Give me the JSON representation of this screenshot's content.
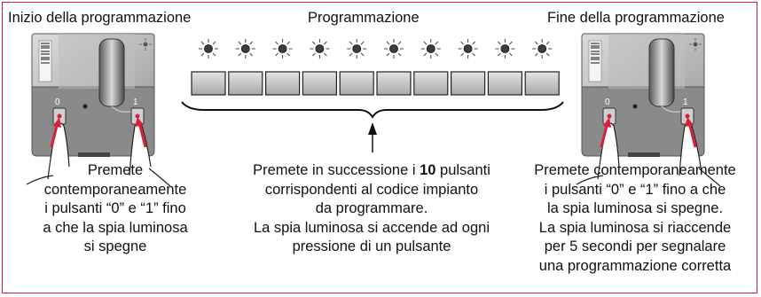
{
  "headings": {
    "start": "Inizio della programmazione",
    "middle": "Programmazione",
    "end": "Fine della programmazione"
  },
  "device": {
    "button_labels": [
      "0",
      "1"
    ]
  },
  "programming": {
    "button_count": 10
  },
  "descriptions": {
    "start": {
      "lines": [
        "Premete",
        "contemporaneamente",
        "i pulsanti “0” e “1” fino",
        "a che la spia luminosa",
        "si spegne"
      ]
    },
    "middle": {
      "line1_pre": "Premete in successione i ",
      "line1_bold": "10",
      "line1_post": " pulsanti",
      "lines": [
        "corrispondenti al codice impianto",
        "da programmare.",
        "La spia luminosa si accende ad ogni",
        "pressione di un pulsante"
      ]
    },
    "end": {
      "lines": [
        "Premete contemporaneamente",
        "i pulsanti “0” e “1” fino a che",
        "la spia luminosa si spegne.",
        "La spia luminosa si riaccende",
        "per 5 secondi per segnalare",
        "una programmazione corretta"
      ]
    }
  }
}
